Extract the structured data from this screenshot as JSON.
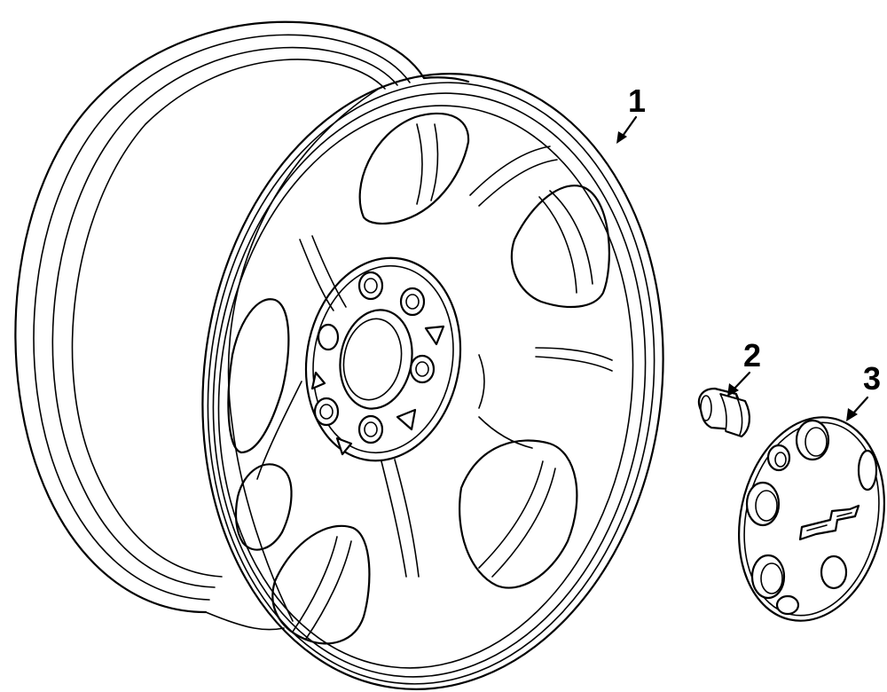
{
  "diagram": {
    "callouts": [
      {
        "number": "1",
        "part": "wheel"
      },
      {
        "number": "2",
        "part": "lug-nut"
      },
      {
        "number": "3",
        "part": "center-cap"
      }
    ],
    "center_cap_emblem": "bowtie-emblem"
  }
}
